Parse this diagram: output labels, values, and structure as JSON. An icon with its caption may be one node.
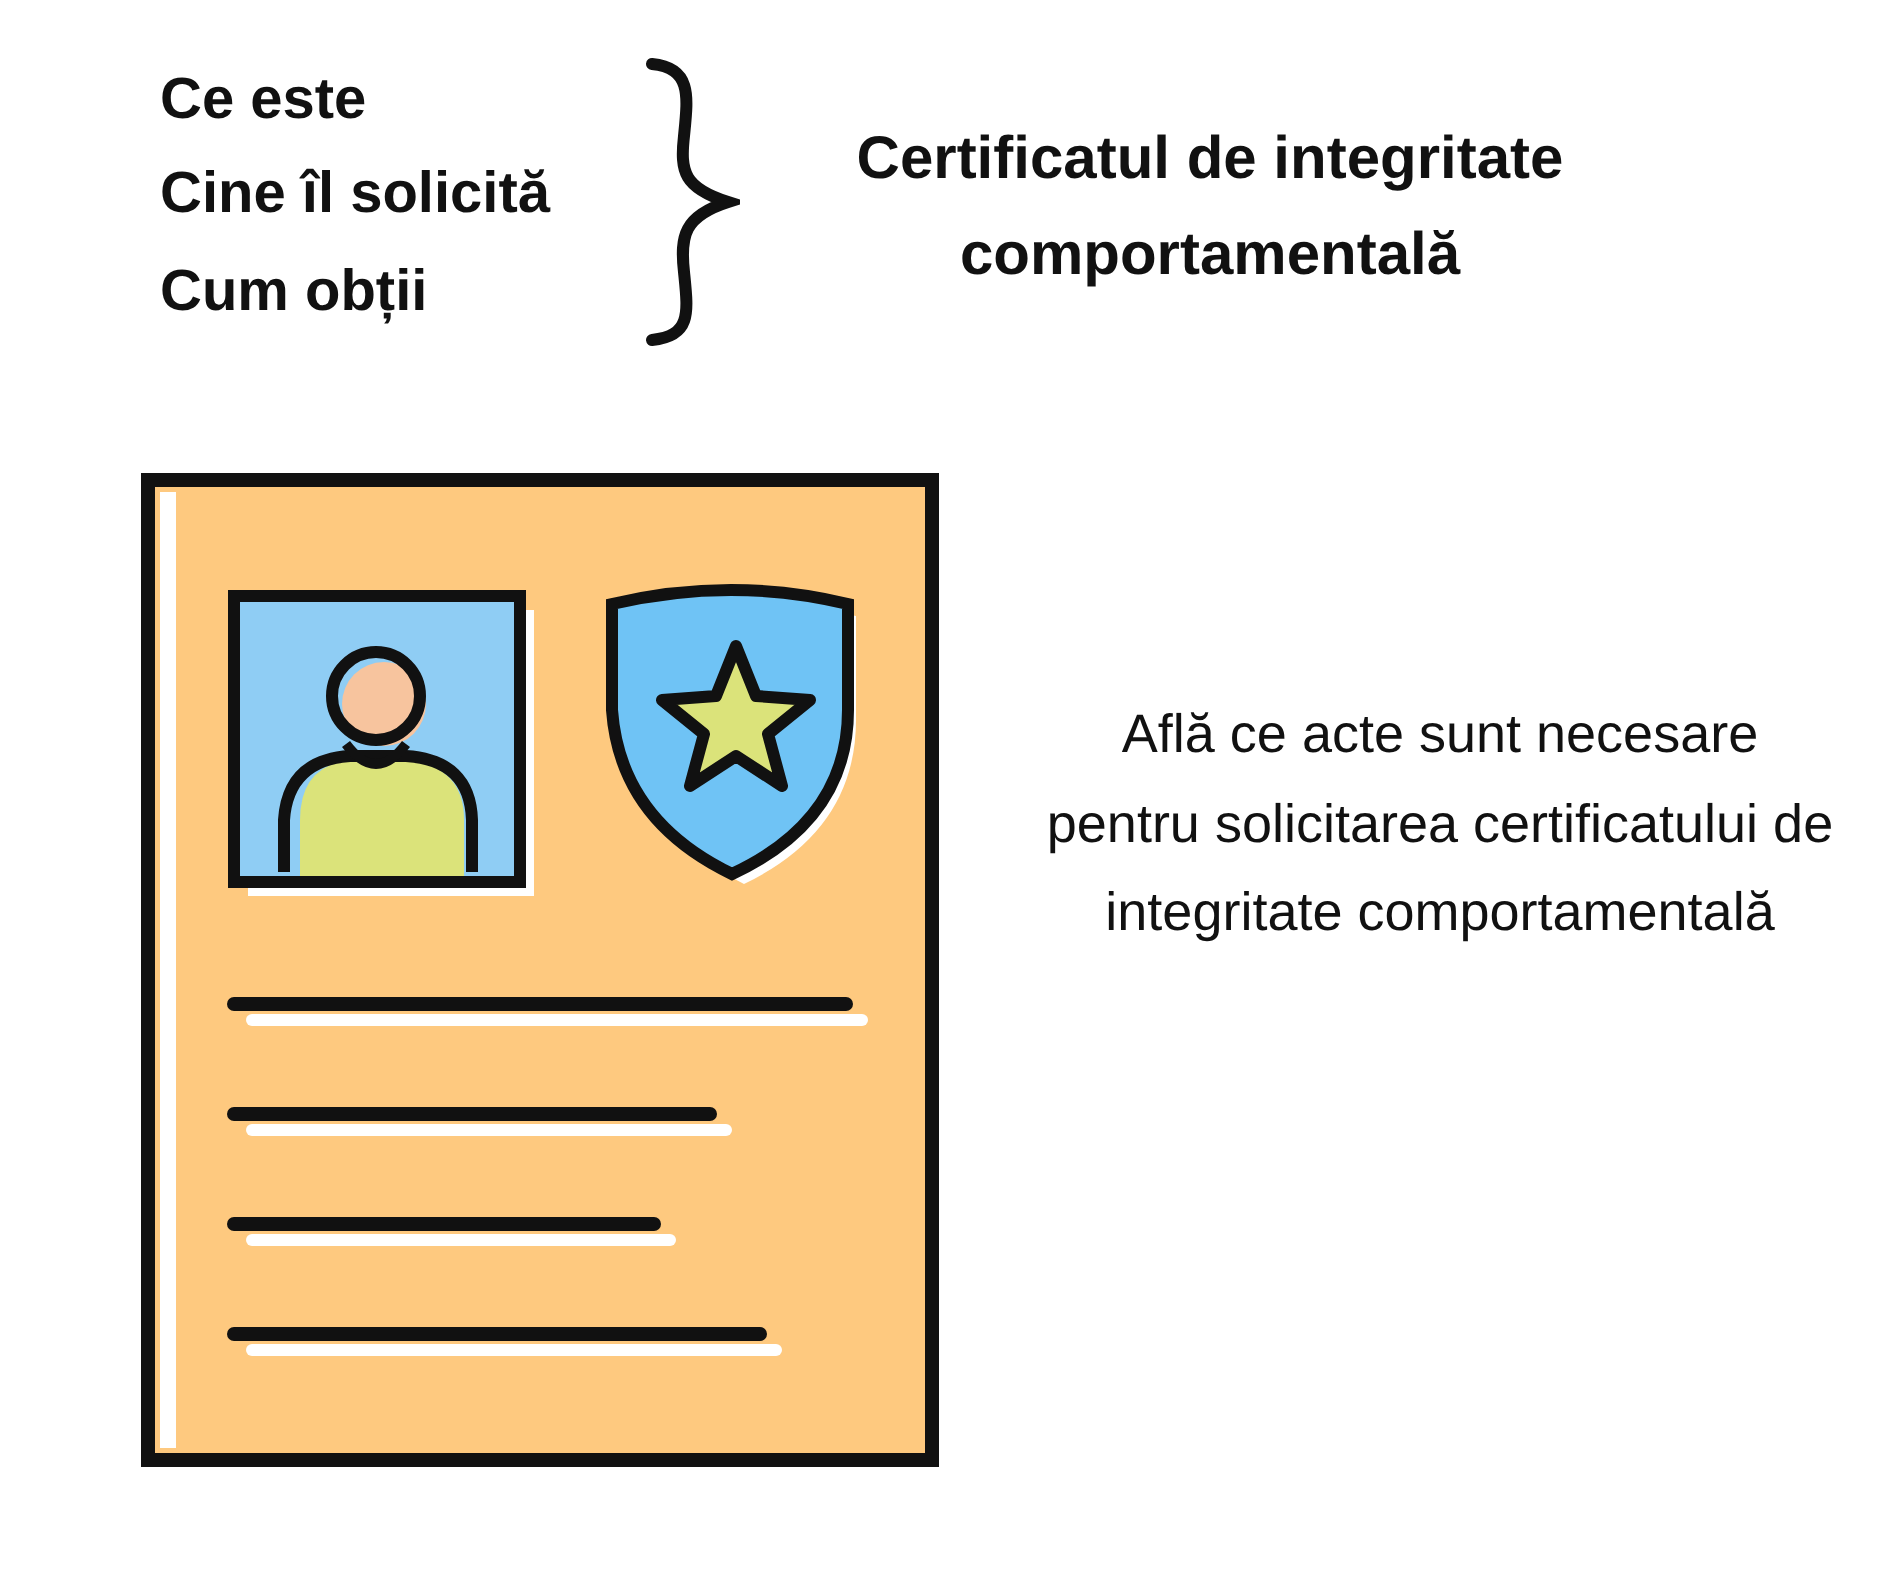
{
  "diagram": {
    "labels": [
      "Ce este",
      "Cine îl solicită",
      "Cum obții",
      "Certificatul de integritate comportamentală",
      "Află ce acte sunt necesare pentru solicitarea certificatului de integritate comportamentală"
    ]
  }
}
